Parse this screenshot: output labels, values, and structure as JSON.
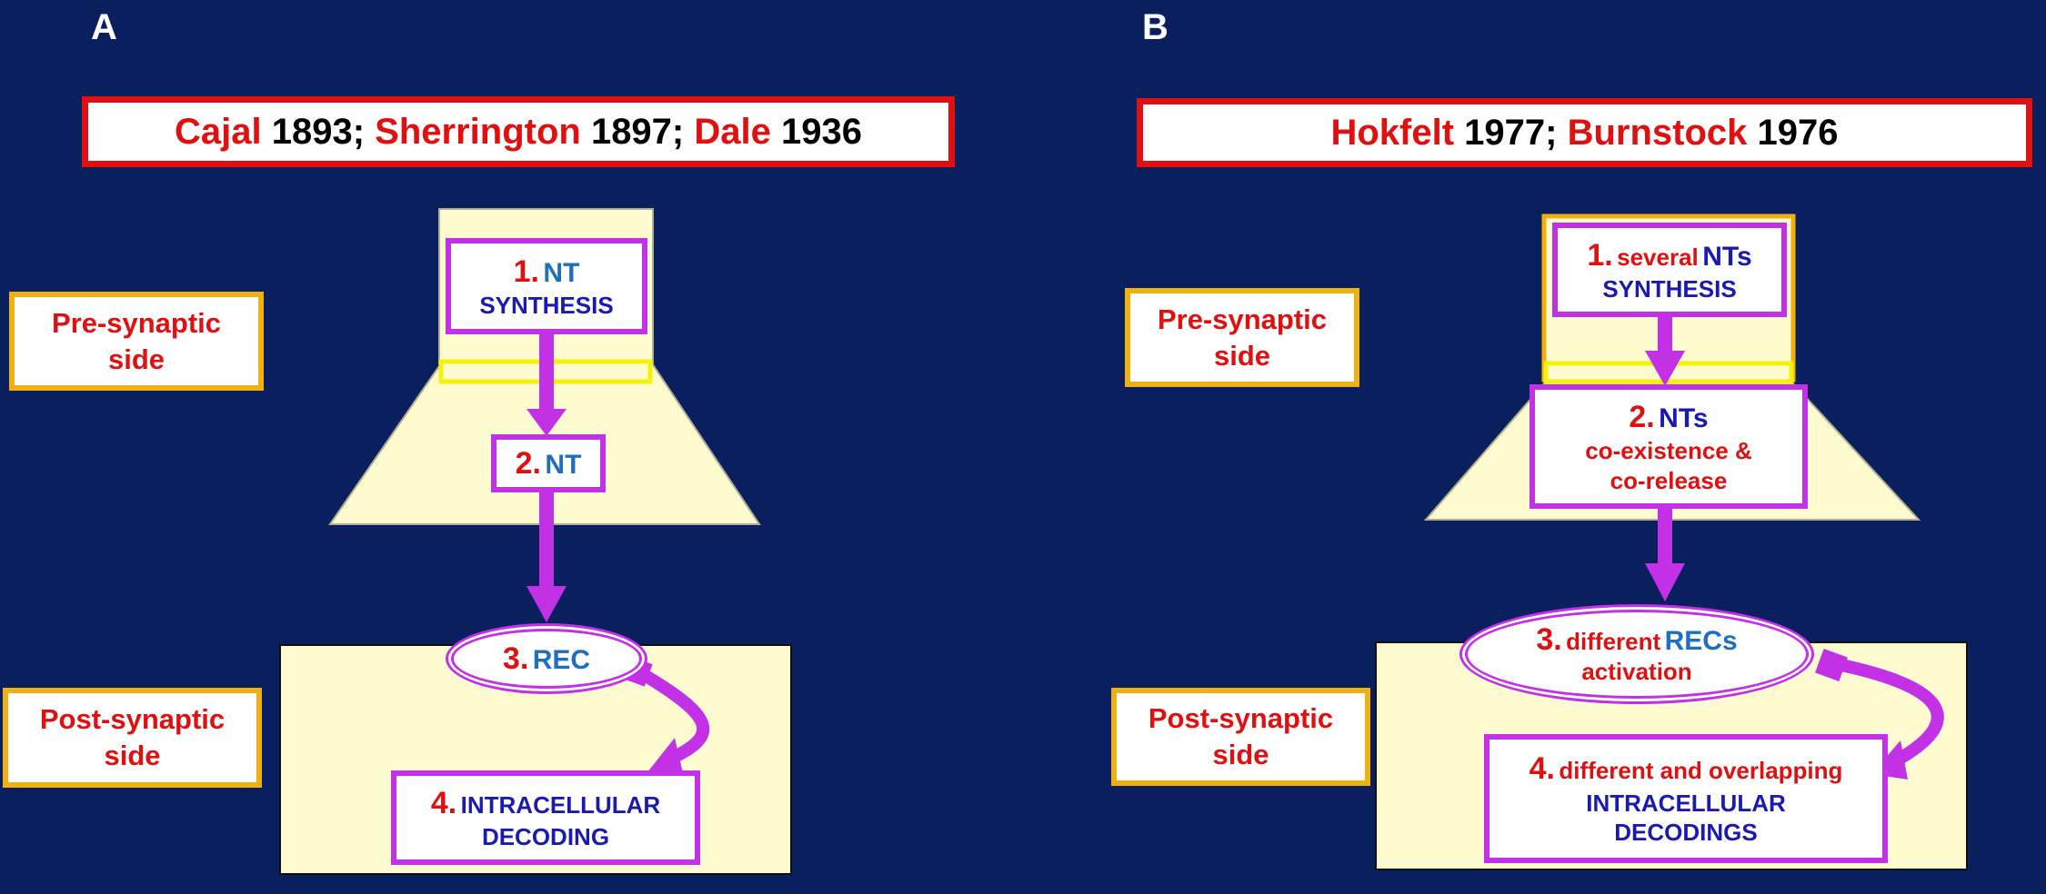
{
  "panel_a": {
    "letter": "A",
    "title": {
      "name1": "Cajal",
      "year1": " 1893; ",
      "name2": "Sherrington",
      "year2": " 1897; ",
      "name3": "Dale",
      "year3": " 1936"
    },
    "pre_label": {
      "line1": "Pre-synaptic",
      "line2": "side"
    },
    "post_label": {
      "line1": "Post-synaptic",
      "line2": "side"
    },
    "step1": {
      "num": "1.",
      "text1": "NT",
      "text2": "SYNTHESIS"
    },
    "step2": {
      "num": "2.",
      "text1": "NT"
    },
    "step3": {
      "num": "3.",
      "text1": "REC"
    },
    "step4": {
      "num": "4.",
      "text1": "INTRACELLULAR",
      "text2": "DECODING"
    }
  },
  "panel_b": {
    "letter": "B",
    "title": {
      "name1": "Hokfelt",
      "year1": " 1977; ",
      "name2": "Burnstock",
      "year2": " 1976"
    },
    "pre_label": {
      "line1": "Pre-synaptic",
      "line2": "side"
    },
    "post_label": {
      "line1": "Post-synaptic",
      "line2": "side"
    },
    "step1": {
      "num": "1.",
      "text_red": "several",
      "text_blue": "NTs",
      "text2": "SYNTHESIS"
    },
    "step2": {
      "num": "2.",
      "text1": "NTs",
      "text2": "co-existence &",
      "text3": "co-release"
    },
    "step3": {
      "num": "3.",
      "text_red": "different",
      "text_blue": "RECs",
      "text2": "activation"
    },
    "step4": {
      "num": "4.",
      "text_red": "different and overlapping",
      "text2": "INTRACELLULAR",
      "text3": "DECODINGS"
    }
  },
  "colors": {
    "background": "#0a1f5e",
    "red": "#e01010",
    "magenta": "#c231e6",
    "cream": "#fdfbcf",
    "gold": "#f2b010",
    "yellow": "#f5f20a",
    "dark_blue": "#1a1ab0",
    "light_blue": "#1f6fc0"
  }
}
